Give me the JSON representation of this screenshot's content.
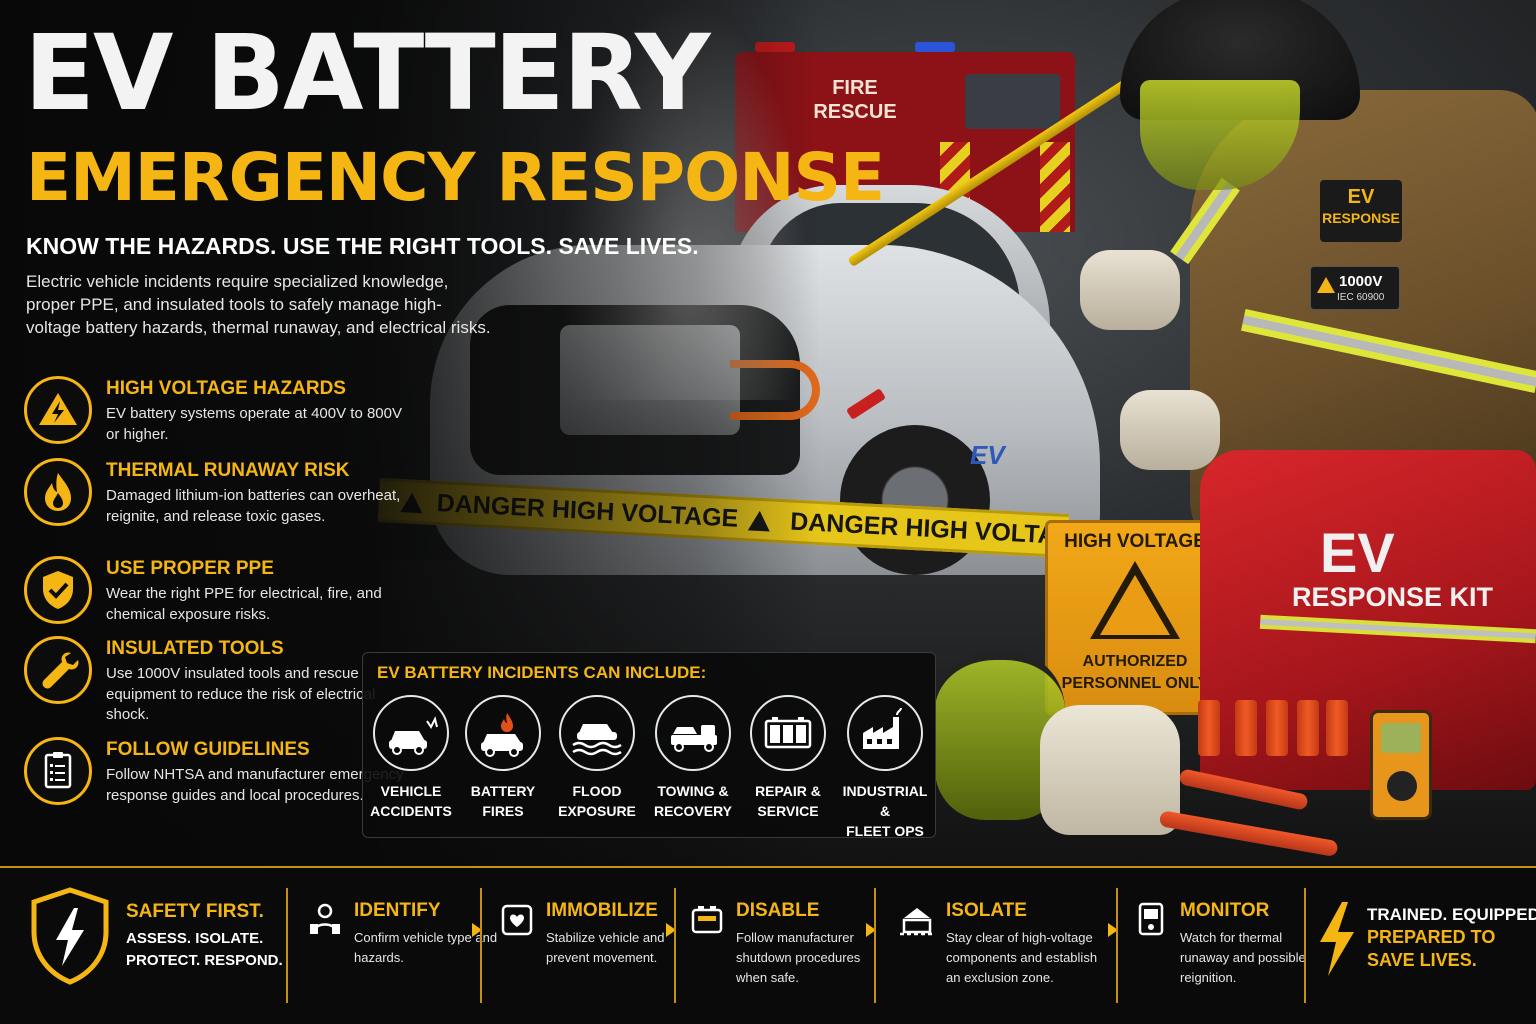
{
  "header": {
    "title_line1": "EV BATTERY",
    "title_line2": "EMERGENCY RESPONSE",
    "tagline": "KNOW THE HAZARDS. USE THE RIGHT TOOLS. SAVE LIVES.",
    "intro": "Electric vehicle incidents require specialized knowledge, proper PPE, and insulated tools to safely manage high-voltage battery hazards, thermal runaway, and electrical risks."
  },
  "hazards": [
    {
      "icon": "lightning-warning-icon",
      "title": "HIGH VOLTAGE HAZARDS",
      "desc": "EV battery systems operate at 400V to 800V or higher."
    },
    {
      "icon": "flame-icon",
      "title": "THERMAL RUNAWAY RISK",
      "desc": "Damaged lithium-ion batteries can overheat, reignite, and release toxic gases."
    },
    {
      "icon": "shield-check-icon",
      "title": "USE PROPER PPE",
      "desc": "Wear the right PPE for electrical, fire, and chemical exposure risks."
    },
    {
      "icon": "wrench-icon",
      "title": "INSULATED TOOLS",
      "desc": "Use 1000V insulated tools and rescue equipment to reduce the risk of electrical shock."
    },
    {
      "icon": "clipboard-checklist-icon",
      "title": "FOLLOW GUIDELINES",
      "desc": "Follow NHTSA and manufacturer emergency response guides and local procedures."
    }
  ],
  "incidents": {
    "title": "EV BATTERY INCIDENTS CAN INCLUDE:",
    "items": [
      {
        "icon": "car-crash-icon",
        "label_line1": "VEHICLE",
        "label_line2": "ACCIDENTS"
      },
      {
        "icon": "car-fire-icon",
        "label_line1": "BATTERY",
        "label_line2": "FIRES"
      },
      {
        "icon": "car-flood-icon",
        "label_line1": "FLOOD",
        "label_line2": "EXPOSURE"
      },
      {
        "icon": "tow-truck-icon",
        "label_line1": "TOWING &",
        "label_line2": "RECOVERY"
      },
      {
        "icon": "battery-service-icon",
        "label_line1": "REPAIR &",
        "label_line2": "SERVICE"
      },
      {
        "icon": "factory-icon",
        "label_line1": "INDUSTRIAL &",
        "label_line2": "FLEET OPS"
      }
    ]
  },
  "scene": {
    "truck_line1": "FIRE",
    "truck_line2": "RESCUE",
    "car_badge": "EV",
    "tape_text": "DANGER HIGH VOLTAGE",
    "sign_title": "HIGH VOLTAGE",
    "sign_line1": "AUTHORIZED",
    "sign_line2": "PERSONNEL ONLY",
    "patch_line1": "EV",
    "patch_line2": "RESPONSE",
    "patch2_line1": "1000V",
    "patch2_line2": "IEC 60900",
    "kit_line1": "EV",
    "kit_line2": "RESPONSE KIT"
  },
  "footer": {
    "safety_title": "SAFETY FIRST.",
    "safety_line1": "ASSESS. ISOLATE.",
    "safety_line2": "PROTECT. RESPOND.",
    "steps": [
      {
        "icon": "person-search-icon",
        "title": "IDENTIFY",
        "desc": "Confirm vehicle type and hazards."
      },
      {
        "icon": "car-immobilize-icon",
        "title": "IMMOBILIZE",
        "desc": "Stabilize vehicle and prevent movement."
      },
      {
        "icon": "battery-disable-icon",
        "title": "DISABLE",
        "desc": "Follow manufacturer shutdown procedures when safe."
      },
      {
        "icon": "isolate-zone-icon",
        "title": "ISOLATE",
        "desc": "Stay clear of high-voltage components and establish an exclusion zone."
      },
      {
        "icon": "monitor-device-icon",
        "title": "MONITOR",
        "desc": "Watch for thermal runaway and possible reignition."
      }
    ],
    "end_line1": "TRAINED. EQUIPPED.",
    "end_line2": "PREPARED TO SAVE LIVES."
  },
  "colors": {
    "accent": "#f5b614",
    "background": "#0b0b0b",
    "text": "#ffffff"
  }
}
